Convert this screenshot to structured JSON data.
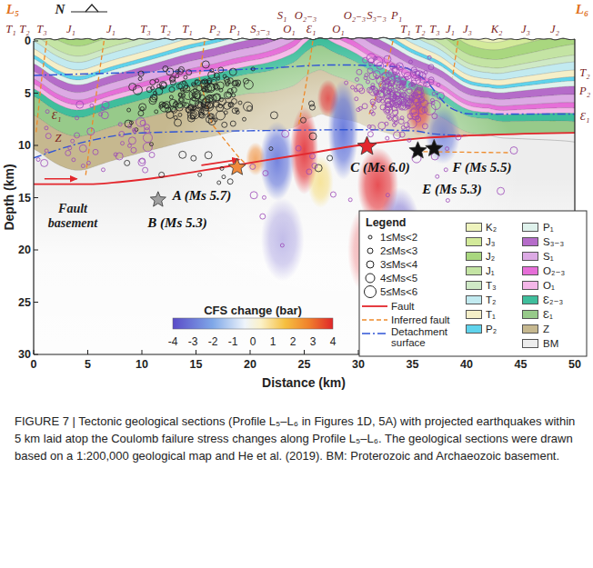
{
  "diagram": {
    "caption": "FIGURE 7 | Tectonic geological sections (Profile L₅–L₆ in Figures 1D, 5A) with projected earthquakes within 5 km laid atop the Coulomb failure stress changes along Profile L₅–L₆. The geological sections were drawn based on a 1:200,000 geological map and He et al. (2019). BM: Proterozoic and Archaeozoic basement.",
    "labels": [
      "N",
      "L₅",
      "L₆",
      "T₁",
      "T₂",
      "T₃",
      "J₁",
      "J₁",
      "T₃",
      "T₂",
      "T₁",
      "P₂",
      "P₁",
      "S₃₋₃",
      "S₁",
      "O₁",
      "O₂₋₃",
      "Ɛ₁",
      "O₁",
      "O₂₋₃",
      "S₃₋₃",
      "P₁",
      "T₁",
      "T₂",
      "T₃",
      "J₁",
      "J₃",
      "K₂",
      "J₃",
      "J₂",
      "T₂",
      "P₂",
      "Ɛ₁",
      "Ɛ₁",
      "Z",
      "Fault basement",
      "A (Ms 5.7)",
      "B (Ms 5.3)",
      "C (Ms 6.0)",
      "E (Ms 5.3)",
      "F (Ms 5.5)",
      "Depth (km)",
      "0",
      "5",
      "10",
      "15",
      "20",
      "25",
      "30",
      "0",
      "5",
      "10",
      "15",
      "20",
      "25",
      "30",
      "35",
      "40",
      "45",
      "50",
      "Distance (km)",
      "CFS change (bar)",
      "-4",
      "-3",
      "-2",
      "-1",
      "0",
      "1",
      "2",
      "3",
      "4",
      "Legend"
    ],
    "legend": [
      {
        "text": "1≤Ms<2"
      },
      {
        "text": "2≤Ms<3"
      },
      {
        "text": "3≤Ms<4"
      },
      {
        "text": "4≤Ms<5"
      },
      {
        "text": "5≤Ms<6"
      },
      {
        "text": "Fault"
      },
      {
        "text": "Inferred fault"
      },
      {
        "text": "Detachment surface"
      },
      {
        "text": "K₂",
        "color": "#eef3bd"
      },
      {
        "text": "J₃",
        "color": "#d3ea9a"
      },
      {
        "text": "J₂",
        "color": "#a9d77f"
      },
      {
        "text": "J₁",
        "color": "#c4e4a4"
      },
      {
        "text": "T₃",
        "color": "#cfe9c6"
      },
      {
        "text": "T₂",
        "color": "#c2eaf0"
      },
      {
        "text": "T₁",
        "color": "#f5efc8"
      },
      {
        "text": "P₂",
        "color": "#5fd3ec"
      },
      {
        "text": "P₁",
        "color": "#dff2ec"
      },
      {
        "text": "S₃₋₃",
        "color": "#b56cc9"
      },
      {
        "text": "S₁",
        "color": "#dcaae4"
      },
      {
        "text": "O₂₋₃",
        "color": "#e66fd8"
      },
      {
        "text": "O₁",
        "color": "#f4b6e8"
      },
      {
        "text": "Ɛ₂₋₃",
        "color": "#3fbe9c"
      },
      {
        "text": "Ɛ₁",
        "color": "#97ca8a"
      },
      {
        "text": "Z",
        "color": "#c6b88f"
      },
      {
        "text": "BM",
        "color": "#ededed"
      }
    ]
  }
}
